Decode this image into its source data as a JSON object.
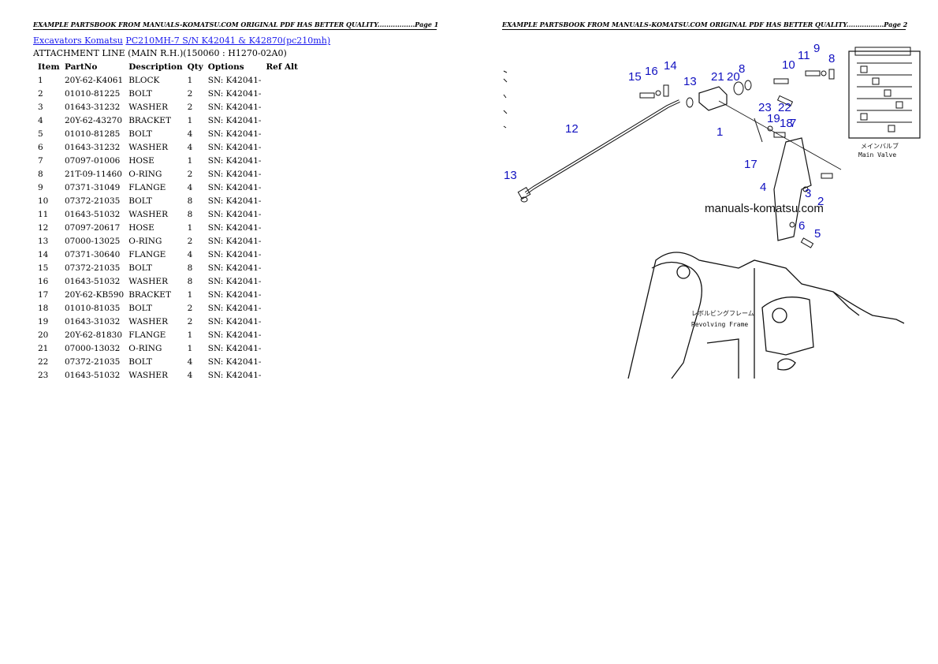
{
  "header": {
    "page1": "EXAMPLE PARTSBOOK FROM MANUALS-KOMATSU.COM ORIGINAL PDF HAS BETTER QUALITY.................Page 1",
    "page2": "EXAMPLE PARTSBOOK FROM MANUALS-KOMATSU.COM ORIGINAL PDF HAS BETTER QUALITY.................Page 2"
  },
  "breadcrumb": {
    "category": "Excavators Komatsu",
    "model": "PC210MH-7 S/N K42041 & K42870(pc210mh)"
  },
  "subtitle": "ATTACHMENT LINE (MAIN R.H.)(150060 : H1270-02A0)",
  "table": {
    "headers": [
      "Item",
      "PartNo",
      "Description",
      "Qty",
      "Options",
      "Ref Alt"
    ],
    "rows": [
      [
        "1",
        "20Y-62-K4061",
        "BLOCK",
        "1",
        "SN: K42041-",
        ""
      ],
      [
        "2",
        "01010-81225",
        "BOLT",
        "2",
        "SN: K42041-",
        ""
      ],
      [
        "3",
        "01643-31232",
        "WASHER",
        "2",
        "SN: K42041-",
        ""
      ],
      [
        "4",
        "20Y-62-43270",
        "BRACKET",
        "1",
        "SN: K42041-",
        ""
      ],
      [
        "5",
        "01010-81285",
        "BOLT",
        "4",
        "SN: K42041-",
        ""
      ],
      [
        "6",
        "01643-31232",
        "WASHER",
        "4",
        "SN: K42041-",
        ""
      ],
      [
        "7",
        "07097-01006",
        "HOSE",
        "1",
        "SN: K42041-",
        ""
      ],
      [
        "8",
        "21T-09-11460",
        "O-RING",
        "2",
        "SN: K42041-",
        ""
      ],
      [
        "9",
        "07371-31049",
        "FLANGE",
        "4",
        "SN: K42041-",
        ""
      ],
      [
        "10",
        "07372-21035",
        "BOLT",
        "8",
        "SN: K42041-",
        ""
      ],
      [
        "11",
        "01643-51032",
        "WASHER",
        "8",
        "SN: K42041-",
        ""
      ],
      [
        "12",
        "07097-20617",
        "HOSE",
        "1",
        "SN: K42041-",
        ""
      ],
      [
        "13",
        "07000-13025",
        "O-RING",
        "2",
        "SN: K42041-",
        ""
      ],
      [
        "14",
        "07371-30640",
        "FLANGE",
        "4",
        "SN: K42041-",
        ""
      ],
      [
        "15",
        "07372-21035",
        "BOLT",
        "8",
        "SN: K42041-",
        ""
      ],
      [
        "16",
        "01643-51032",
        "WASHER",
        "8",
        "SN: K42041-",
        ""
      ],
      [
        "17",
        "20Y-62-KB590",
        "BRACKET",
        "1",
        "SN: K42041-",
        ""
      ],
      [
        "18",
        "01010-81035",
        "BOLT",
        "2",
        "SN: K42041-",
        ""
      ],
      [
        "19",
        "01643-31032",
        "WASHER",
        "2",
        "SN: K42041-",
        ""
      ],
      [
        "20",
        "20Y-62-81830",
        "FLANGE",
        "1",
        "SN: K42041-",
        ""
      ],
      [
        "21",
        "07000-13032",
        "O-RING",
        "1",
        "SN: K42041-",
        ""
      ],
      [
        "22",
        "07372-21035",
        "BOLT",
        "4",
        "SN: K42041-",
        ""
      ],
      [
        "23",
        "01643-51032",
        "WASHER",
        "4",
        "SN: K42041-",
        ""
      ]
    ]
  },
  "diagram": {
    "watermark": "manuals-komatsu.com",
    "main_valve_jp": "メインバルブ",
    "main_valve_en": "Main Valve",
    "frame_jp": "レボルビングフレーム",
    "frame_en": "Revolving Frame",
    "callouts": [
      "15",
      "16",
      "14",
      "13",
      "21",
      "20",
      "8",
      "10",
      "11",
      "9",
      "8",
      "23",
      "22",
      "19",
      "18",
      "7",
      "1",
      "12",
      "17",
      "13",
      "4",
      "3",
      "2",
      "6",
      "5"
    ],
    "callout_color": "#1010c0"
  }
}
